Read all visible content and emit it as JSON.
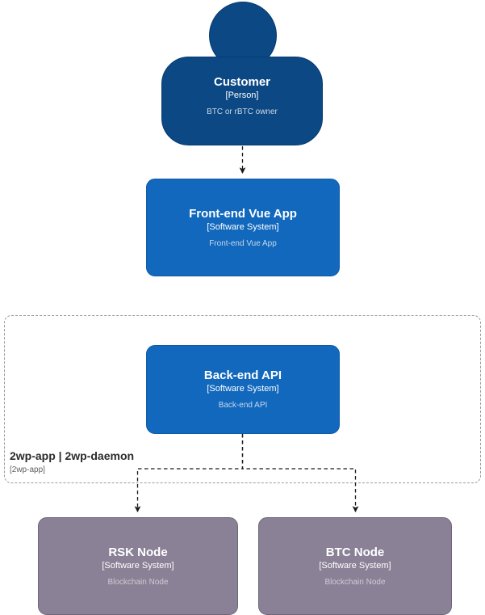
{
  "diagram": {
    "type": "c4-context",
    "background": "#ffffff",
    "palette": {
      "person_fill": "#0b4884",
      "person_stroke": "#073b6f",
      "system_fill": "#1168bd",
      "system_stroke": "#0f5ba7",
      "external_fill": "#8a8196",
      "external_stroke": "#6f6779",
      "boundary_stroke": "#9a9a9a",
      "edge_stroke": "#1a1a1a",
      "title_text": "#ffffff",
      "description_text": "#c8d8ea"
    }
  },
  "nodes": {
    "customer": {
      "title": "Customer",
      "type": "[Person]",
      "description": "BTC or rBTC owner"
    },
    "frontend": {
      "title": "Front-end Vue App",
      "type": "[Software System]",
      "description": "Front-end Vue App"
    },
    "backend": {
      "title": "Back-end API",
      "type": "[Software System]",
      "description": "Back-end API"
    },
    "rsk_node": {
      "title": "RSK Node",
      "type": "[Software System]",
      "description": "Blockchain Node"
    },
    "btc_node": {
      "title": "BTC Node",
      "type": "[Software System]",
      "description": "Blockchain Node"
    }
  },
  "boundary": {
    "label": "2wp-app | 2wp-daemon",
    "sublabel": "[2wp-app]"
  },
  "edges": [
    {
      "from": "customer",
      "to": "frontend",
      "style": "dashed",
      "arrow": "end"
    },
    {
      "from": "backend",
      "to": "rsk_node",
      "style": "dashed",
      "arrow": "end"
    },
    {
      "from": "backend",
      "to": "btc_node",
      "style": "dashed",
      "arrow": "end"
    }
  ]
}
